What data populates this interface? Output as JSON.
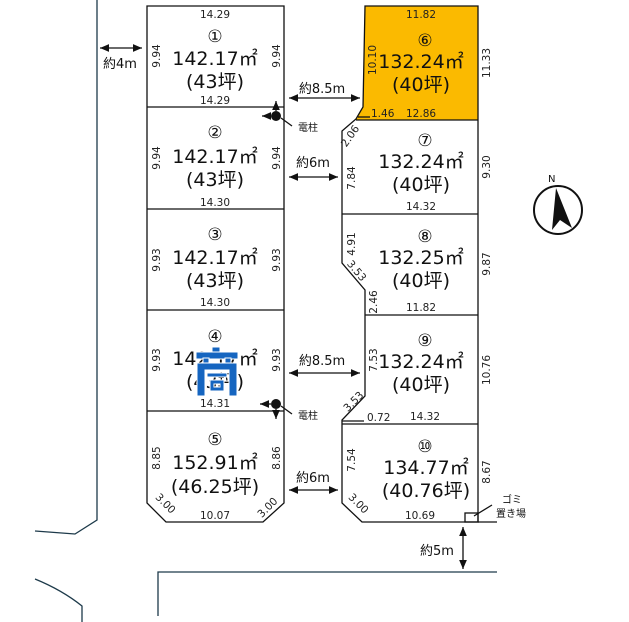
{
  "lots": [
    {
      "no": "①",
      "area": "142.17㎡",
      "tsubo": "(43坪)",
      "top": "14.29",
      "bottom": "14.29",
      "left": "9.94",
      "right": "9.94"
    },
    {
      "no": "②",
      "area": "142.17㎡",
      "tsubo": "(43坪)",
      "bottom": "14.30",
      "left": "9.94",
      "right": "9.94"
    },
    {
      "no": "③",
      "area": "142.17㎡",
      "tsubo": "(43坪)",
      "bottom": "14.30",
      "left": "9.93",
      "right": "9.93"
    },
    {
      "no": "④",
      "area": "142.17㎡",
      "tsubo": "(43坪)",
      "bottom": "14.31",
      "left": "9.93",
      "right": "9.93",
      "badge": "商"
    },
    {
      "no": "⑤",
      "area": "152.91㎡",
      "tsubo": "(46.25坪)",
      "bottom": "10.07",
      "left": "8.85",
      "right": "8.86",
      "chamfer_left": "3.00",
      "chamfer_right": "3.00"
    },
    {
      "no": "⑥",
      "area": "132.24㎡",
      "tsubo": "(40坪)",
      "top": "11.82",
      "bottom": "12.86",
      "bottom_short": "1.46",
      "left": "10.10",
      "right": "11.33",
      "highlight": "#FBBA00"
    },
    {
      "no": "⑦",
      "area": "132.24㎡",
      "tsubo": "(40坪)",
      "bottom": "14.32",
      "left": "7.84",
      "chamfer": "2.06",
      "right": "9.30"
    },
    {
      "no": "⑧",
      "area": "132.25㎡",
      "tsubo": "(40坪)",
      "bottom": "11.82",
      "left": "4.91",
      "chamfer": "3.53",
      "left2": "2.46",
      "right": "9.87"
    },
    {
      "no": "⑨",
      "area": "132.24㎡",
      "tsubo": "(40坪)",
      "bottom": "14.32",
      "bottom_short": "0.72",
      "left": "7.53",
      "chamfer": "3.53",
      "right": "10.76"
    },
    {
      "no": "⑩",
      "area": "134.77㎡",
      "tsubo": "(40.76坪)",
      "bottom": "10.69",
      "left": "7.54",
      "chamfer": "3.00",
      "right": "8.67"
    }
  ],
  "roads": {
    "west": "約4m",
    "mid1": "約8.5m",
    "mid2": "約6m",
    "mid3": "約8.5m",
    "mid4": "約6m",
    "south": "約5m"
  },
  "labels": {
    "pole1": "電柱",
    "pole2": "電柱",
    "garbage1": "ゴミ",
    "garbage2": "置き場",
    "north": "N"
  },
  "colors": {
    "highlight": "#FBBA00",
    "badge": "#1565C0",
    "line": "#111111",
    "road": "#1d3a4a"
  }
}
